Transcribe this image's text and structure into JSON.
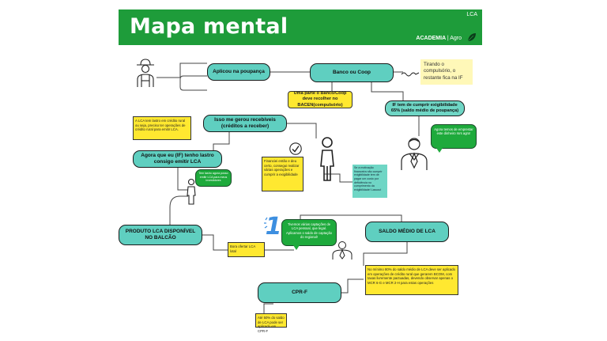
{
  "header": {
    "title": "Mapa mental",
    "tag": "LCA",
    "brand": "ACADEMIA",
    "brand_sub": "| Agro",
    "brand_color": "#1e9c3a"
  },
  "nodes": {
    "aplicou": "Aplicou na poupança",
    "banco": "Banco ou Coop",
    "gerou": "Isso me gerou recebíveis (créditos a receber)",
    "agora_if": "Agora que eu (IF) tenho lastro consigo emitir LCA",
    "produto": "PRODUTO LCA DISPONÍVEL NO BALCÃO",
    "saldo": "SALDO MÉDIO DE LCA",
    "cprf": "CPR-F",
    "if_exig": "IF tem de cumprir exigibilidade 65% (saldo médio de poupança)"
  },
  "yellow": {
    "parte": "Uma parte o Banco/Coop deve recolher no BACEN(compulsório)",
    "lca_lastro": "A LCA tem lastro em crédito rural ou seja, preciso ter operações de crédito rural para emitir LCA.",
    "financiei": "Financiei então e deu certo, consegui realizar várias operações e cumprir a exigibilidade",
    "bora": "Bora ofertar LCA lotal",
    "minimo": "No mínimo 80% do saldo médio de LCA deve ser aplicado em operações de crédito rural que gerarem BCOM, com taxas livremente pactuadas, devendo observar apenas o MCR 6-G e MCR 2-H para estas operações",
    "cprf_note": "Até 50% do saldo de LCA pode ser aplicado em CPR-F"
  },
  "notes": {
    "tirando": "Tirando o compulsório, o restante fica na IF"
  },
  "teal_notes": {
    "motivacao": "Se a motivação financeira não cumprir exigibilidade tem de pagar um custo por deficiência no cumprimento da exigibilidade! Lascou!"
  },
  "bubbles": {
    "agora_temos": "Agora temos de emprestar este dinheiro rsrs agro!",
    "tem_lastro": "Tem lastro agora posso emitir LCA para meus investidores",
    "tivemos": "Tivemos várias captações de LCA pessoal, que legal. Aplicamos o saldo de captação do regional!"
  },
  "colors": {
    "pill": "#5fcfc0",
    "yellow": "#ffe830",
    "note": "#fff8b8",
    "teal": "#6fd6c5",
    "bubble": "#1eaa3c",
    "accent_blue": "#3d8fe0"
  },
  "icons": [
    "farmer-icon",
    "banker-icon",
    "person-icon",
    "checkmark-icon",
    "number-one-icon",
    "manager-icon",
    "leaf-icon",
    "squiggle-arrow-icon"
  ]
}
